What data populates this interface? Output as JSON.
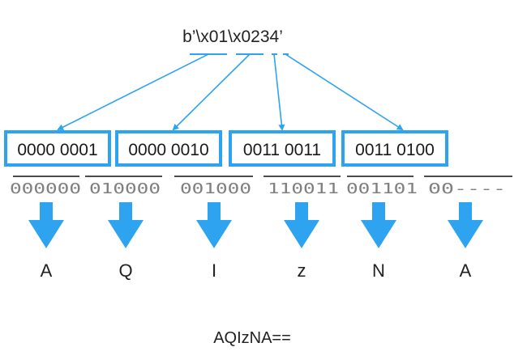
{
  "input": {
    "label": "b’\\x01\\x0234’"
  },
  "bytes": [
    "0000 0001",
    "0000 0010",
    "0011 0011",
    "0011 0100"
  ],
  "sextets": [
    "000000",
    "010000",
    "001000",
    "110011",
    "001101",
    "00----"
  ],
  "chars": [
    "A",
    "Q",
    "I",
    "z",
    "N",
    "A"
  ],
  "result": "AQIzNA==",
  "colors": {
    "accent": "#2ea3ef",
    "text": "#222222",
    "sextet": "#808080",
    "overline": "#111111"
  },
  "icons": {
    "down_arrow": "down-arrow-icon"
  }
}
